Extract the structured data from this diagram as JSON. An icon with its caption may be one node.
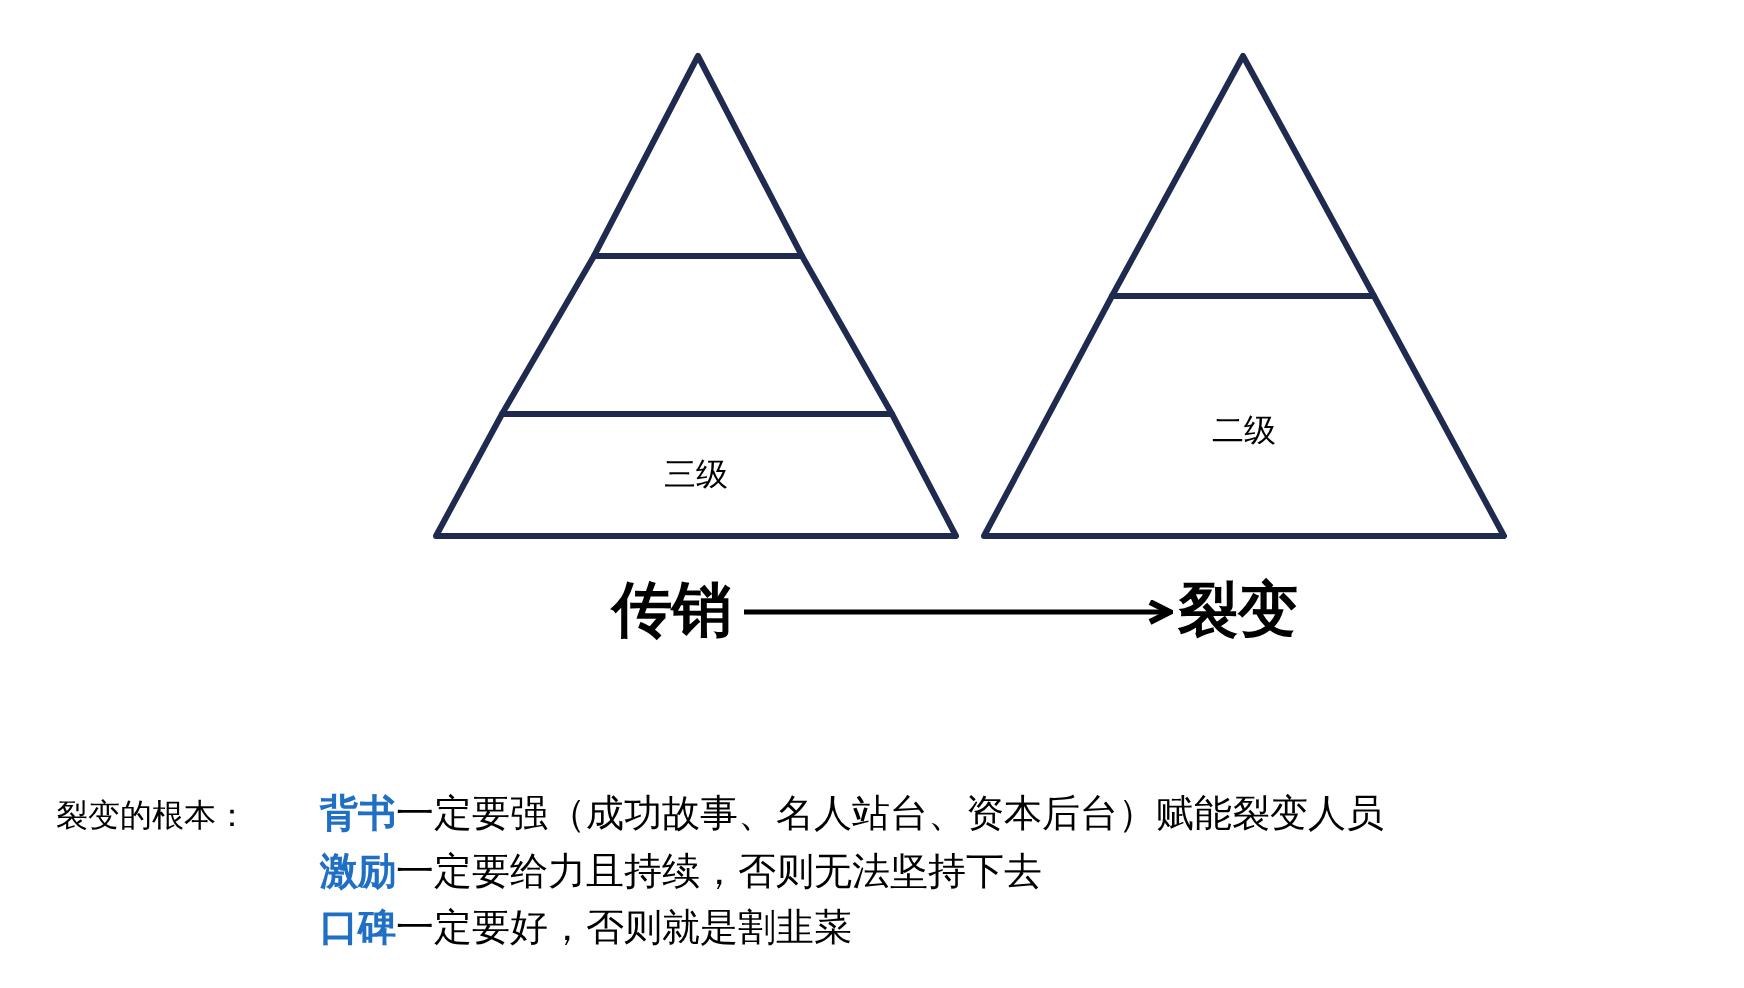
{
  "diagram": {
    "nodes": [
      {
        "text": [],
        "shape": "triangle"
      },
      {
        "text": [],
        "shape": "trapezoid"
      },
      {
        "text": [
          "三级"
        ]
      },
      {
        "text": [],
        "shape": "triangle"
      },
      {
        "text": [
          "二级"
        ]
      },
      {
        "text": [
          "传销"
        ]
      },
      {
        "text": [
          "裂变"
        ]
      }
    ],
    "edges": [
      {
        "from": 5,
        "to": 6,
        "arrow": "to"
      }
    ],
    "labels": [
      "裂变的根本：",
      "**背书**一定要强（成功故事、名人站台、资本后台）赋能裂变人员",
      "**激励**一定要给力且持续，否则无法坚持下去",
      "**口碑**一定要好，否则就是割韭菜"
    ]
  }
}
